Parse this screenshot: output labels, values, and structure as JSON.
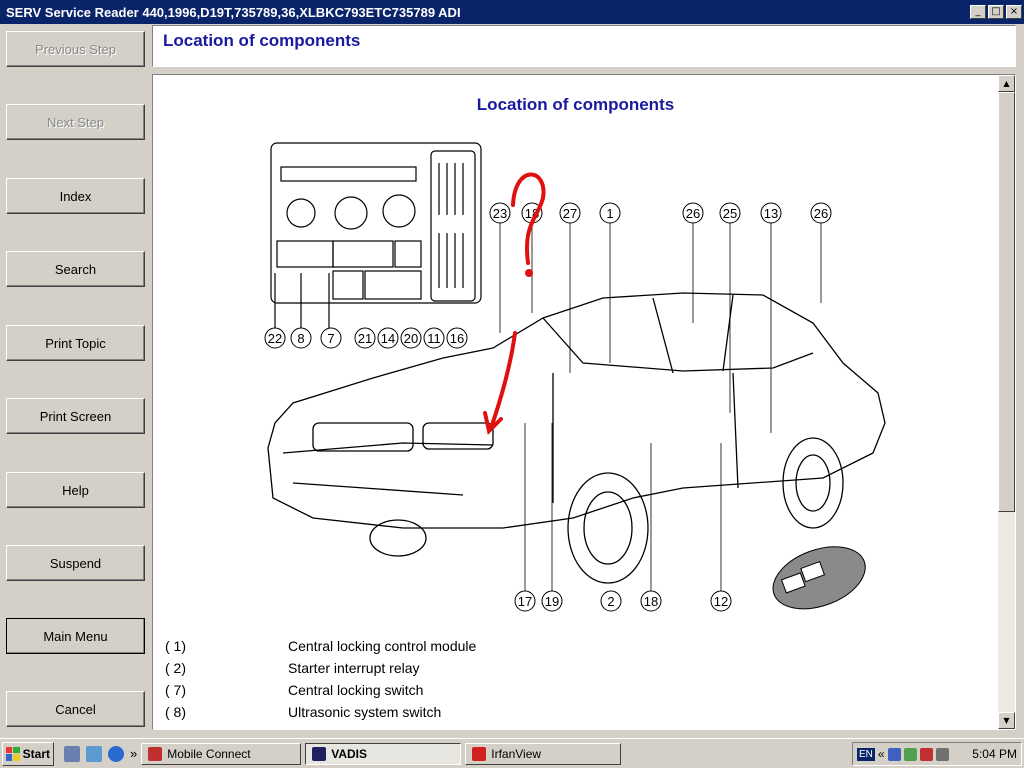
{
  "window": {
    "title": "SERV Service Reader 440,1996,D19T,735789,36,XLBKC793ETC735789 ADI",
    "minimize_glyph": "_",
    "maximize_glyph": "□",
    "close_glyph": "×"
  },
  "sidebar": {
    "buttons": [
      {
        "label": "Previous Step",
        "enabled": false
      },
      {
        "label": "Next Step",
        "enabled": false
      },
      {
        "label": "Index",
        "enabled": true
      },
      {
        "label": "Search",
        "enabled": true
      },
      {
        "label": "Print Topic",
        "enabled": true
      },
      {
        "label": "Print Screen",
        "enabled": true
      },
      {
        "label": "Help",
        "enabled": true
      },
      {
        "label": "Suspend",
        "enabled": true
      },
      {
        "label": "Main Menu",
        "enabled": true,
        "focused": true
      },
      {
        "label": "Cancel",
        "enabled": true
      }
    ]
  },
  "header": {
    "title": "Location of components"
  },
  "document": {
    "title": "Location of components",
    "annotation": "?",
    "callouts_top": [
      "23",
      "18",
      "27",
      "1",
      "26",
      "25",
      "13",
      "26"
    ],
    "callouts_left": [
      "22",
      "8",
      "7",
      "21",
      "14",
      "20",
      "11",
      "16"
    ],
    "callouts_bottom": [
      "17",
      "19",
      "2",
      "18",
      "12"
    ],
    "legend": [
      {
        "num": "( 1)",
        "text": "Central locking control module"
      },
      {
        "num": "( 2)",
        "text": "Starter interrupt relay"
      },
      {
        "num": "( 7)",
        "text": "Central locking switch"
      },
      {
        "num": "( 8)",
        "text": "Ultrasonic system switch"
      }
    ]
  },
  "taskbar": {
    "start_label": "Start",
    "more_glyph": "»",
    "tasks": [
      {
        "label": "Mobile Connect",
        "active": false
      },
      {
        "label": "VADIS",
        "active": true
      },
      {
        "label": "IrfanView",
        "active": false
      }
    ],
    "tray": {
      "language": "EN",
      "expand_glyph": "«",
      "clock": "5:04 PM"
    }
  },
  "colors": {
    "titlebar": "#0a246a",
    "heading": "#1a1aa0",
    "annotation": "#e01010"
  }
}
